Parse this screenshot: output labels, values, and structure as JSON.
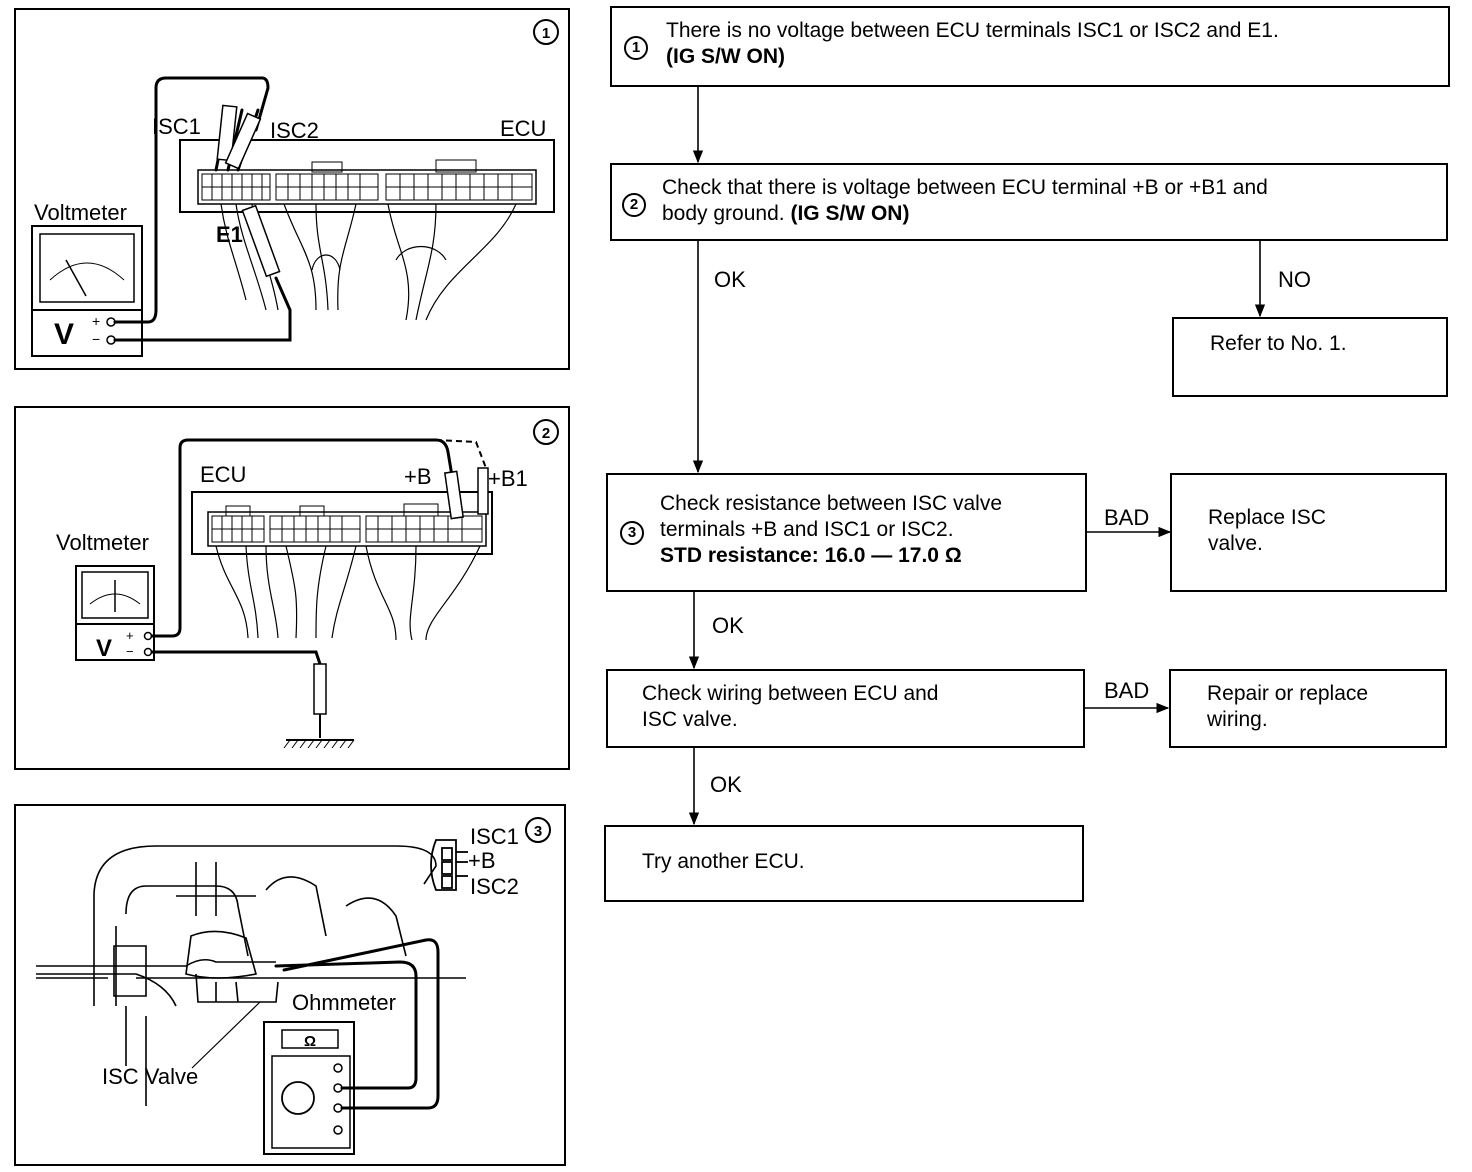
{
  "figures": {
    "fig1": {
      "number": "1",
      "isc1": "ISC1",
      "isc2": "ISC2",
      "ecu": "ECU",
      "e1": "E1",
      "voltmeter": "Voltmeter",
      "v": "V",
      "plus": "+",
      "minus": "−"
    },
    "fig2": {
      "number": "2",
      "ecu": "ECU",
      "plus_b": "+B",
      "plus_b1": "+B1",
      "voltmeter": "Voltmeter",
      "v": "V",
      "plus": "+",
      "minus": "−"
    },
    "fig3": {
      "number": "3",
      "isc1": "ISC1",
      "plus_b": "+B",
      "isc2": "ISC2",
      "ohmmeter": "Ohmmeter",
      "ohm_symbol": "Ω",
      "isc_valve": "ISC Valve"
    }
  },
  "flow": {
    "step1": {
      "number": "1",
      "line1": "There is no voltage between ECU terminals ISC1 or ISC2 and E1.",
      "line2": "(IG S/W ON)"
    },
    "step2": {
      "number": "2",
      "line1": "Check that there is voltage between ECU terminal +B or +B1 and",
      "line2a": "body ground.",
      "line2b": "(IG S/W ON)"
    },
    "step3": {
      "number": "3",
      "line1": "Check resistance between ISC valve",
      "line2": "terminals +B and ISC1 or ISC2.",
      "line3": "STD resistance:  16.0 — 17.0 Ω"
    },
    "wiring": {
      "line1": "Check wiring between ECU and",
      "line2": "ISC valve."
    },
    "refer": {
      "text": "Refer to No. 1."
    },
    "replace_valve": {
      "line1": "Replace ISC",
      "line2": "valve."
    },
    "repair_wiring": {
      "line1": "Repair or replace",
      "line2": "wiring."
    },
    "another_ecu": {
      "text": "Try another ECU."
    },
    "labels": {
      "ok1": "OK",
      "no": "NO",
      "bad1": "BAD",
      "ok2": "OK",
      "bad2": "BAD",
      "ok3": "OK"
    }
  }
}
